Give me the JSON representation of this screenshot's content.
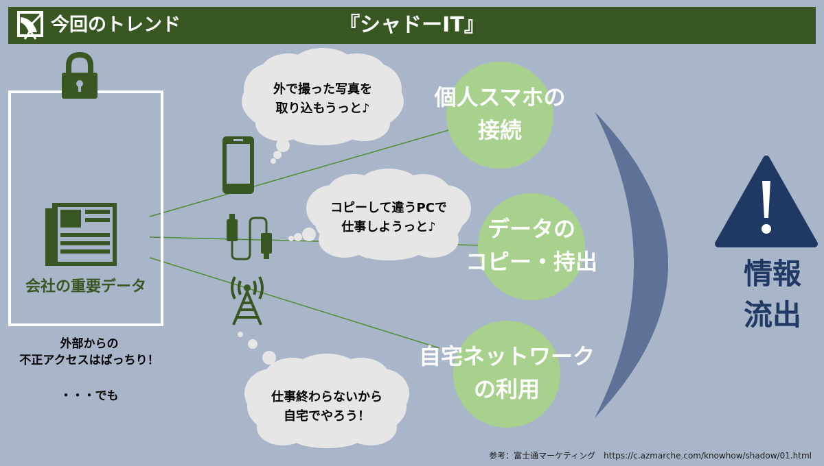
{
  "header": {
    "section_label": "今回のトレンド",
    "title": "『シャドーIT』"
  },
  "left_panel": {
    "data_label": "会社の重要データ",
    "note_line1": "外部からの",
    "note_line2": "不正アクセスはばっちり！",
    "note_line3": "・・・でも"
  },
  "bubbles": {
    "photo_line1": "外で撮った写真を",
    "photo_line2": "取り込もうっと♪",
    "copy_line1": "コピーして違うPCで",
    "copy_line2": "仕事しようっと♪",
    "home_line1": "仕事終わらないから",
    "home_line2": "自宅でやろう！"
  },
  "circles": {
    "smartphone_line1": "個人スマホの",
    "smartphone_line2": "接続",
    "data_copy_line1": "データの",
    "data_copy_line2": "コピー・持出",
    "home_network_line1": "自宅ネットワーク",
    "home_network_line2": "の利用"
  },
  "result": {
    "line1": "情報",
    "line2": "流出"
  },
  "footer": {
    "source": "参考：富士通マーケティング　https://c.azmarche.com/knowhow/shadow/01.html"
  },
  "colors": {
    "background": "#a9b5c9",
    "header": "#385723",
    "green_dark": "#385723",
    "circle_green": "#a9d18e",
    "bubble": "#e7e6e6",
    "crescent": "#5f7197",
    "warning": "#1f3864",
    "line": "#4e8c2f"
  }
}
